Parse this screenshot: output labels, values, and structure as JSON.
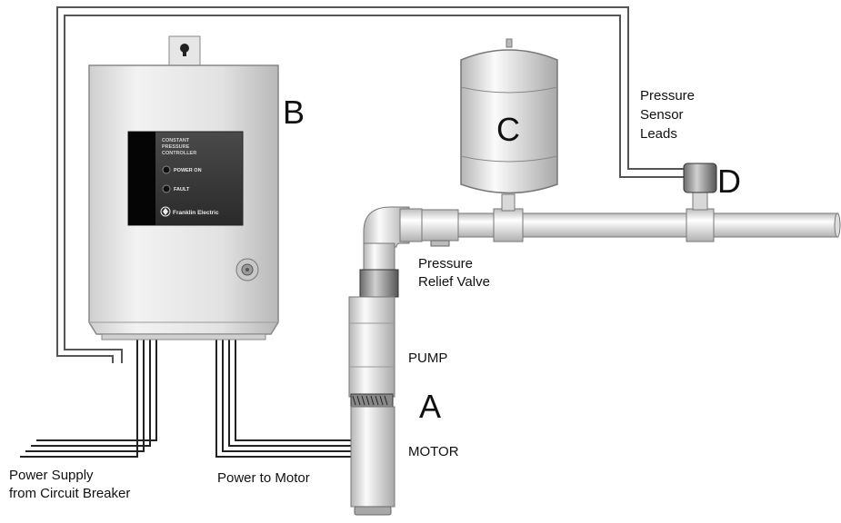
{
  "labels": {
    "a": "A",
    "b": "B",
    "c": "C",
    "d": "D",
    "pump": "PUMP",
    "motor": "MOTOR",
    "pressure_relief_valve": [
      "Pressure",
      "Relief Valve"
    ],
    "pressure_sensor_leads": [
      "Pressure",
      "Sensor",
      "Leads"
    ],
    "power_supply": [
      "Power Supply",
      "from Circuit Breaker"
    ],
    "power_to_motor": "Power to Motor"
  },
  "controller_panel": {
    "title_lines": [
      "CONSTANT",
      "PRESSURE",
      "CONTROLLER"
    ],
    "indicator_power_on": "POWER ON",
    "indicator_fault": "FAULT",
    "brand": "Franklin Electric"
  },
  "colors": {
    "wire_dark": "#222222",
    "wire_sensor": "#555555",
    "enclosure": "#dcdcdc",
    "panel": "#3a3a3a",
    "pipe": "#e4e4e4"
  }
}
